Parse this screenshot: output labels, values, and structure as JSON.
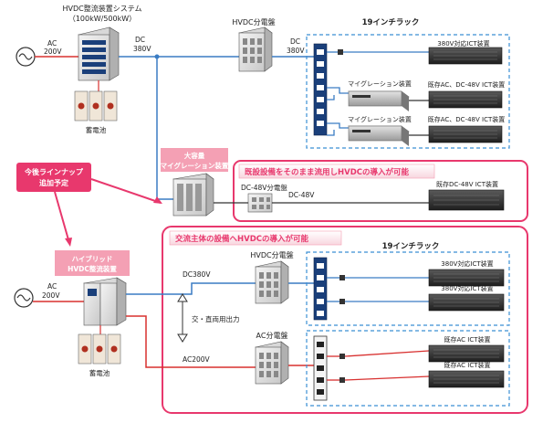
{
  "colors": {
    "pink": "#e8386d",
    "pink_fill": "#f4a0b4",
    "blue_line": "#3a7cc4",
    "red_line": "#d8302f",
    "rack_dash": "#3b8fd4",
    "module_blue": "#1a3f7a"
  },
  "top": {
    "system_title_1": "HVDC整流装置システム",
    "system_title_2": "（100kW/500kW）",
    "ac_label_1": "AC",
    "ac_label_2": "200V",
    "dc_label_1": "DC",
    "dc_label_2": "380V",
    "battery": "蓄電池",
    "hvdc_panel": "HVDC分電盤",
    "dc_label_3": "DC",
    "dc_label_4": "380V",
    "rack_title": "19インチラック",
    "ict_380v": "380V対応ICT装置",
    "migration_device_1": "マイグレーション装置",
    "migration_device_2": "マイグレーション装置",
    "ict_legacy_1": "既存AC、DC-48V ICT装置",
    "ict_legacy_2": "既存AC、DC-48V ICT装置"
  },
  "middle": {
    "callout_1": "今後ラインナップ",
    "callout_2": "追加予定",
    "large_migration_1": "大容量",
    "large_migration_2": "マイグレーション装置",
    "banner": "既設設備をそのまま流用しHVDCの導入が可能",
    "dc48_panel": "DC-48V分電盤",
    "dc48_label": "DC-48V",
    "ict_dc48": "既存DC-48V ICT装置"
  },
  "bottom": {
    "banner": "交流主体の設備へHVDCの導入が可能",
    "rack_title": "19インチラック",
    "hybrid_1": "ハイブリッド",
    "hybrid_2": "HVDC整流装置",
    "ac_label_1": "AC",
    "ac_label_2": "200V",
    "battery": "蓄電池",
    "dc380": "DC380V",
    "ac200": "AC200V",
    "hvdc_panel": "HVDC分電盤",
    "ac_panel": "AC分電盤",
    "dual_output": "交・直両用出力",
    "ict_380v_1": "380V対応ICT装置",
    "ict_380v_2": "380V対応ICT装置",
    "ict_ac_1": "既存AC ICT装置",
    "ict_ac_2": "既存AC ICT装置"
  }
}
